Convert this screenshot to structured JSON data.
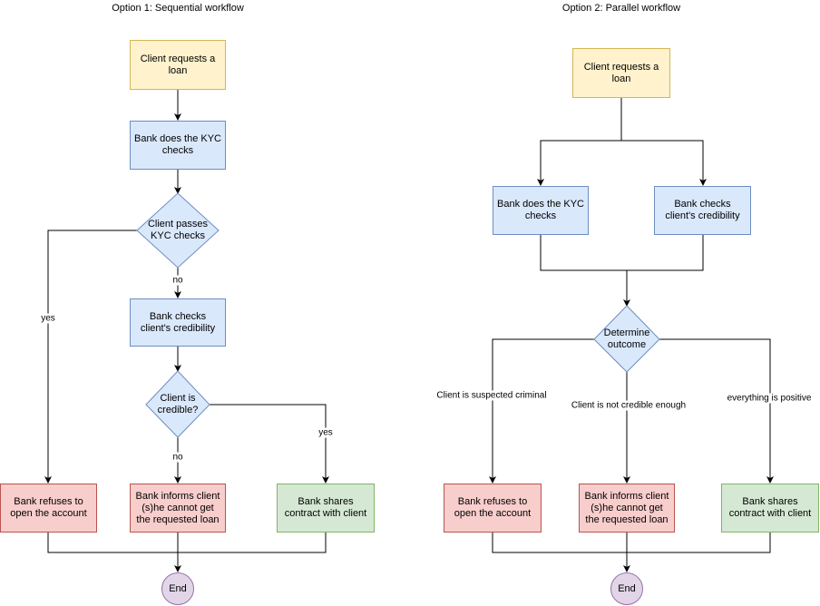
{
  "option1": {
    "title": "Option 1: Sequential workflow",
    "request": "Client requests a loan",
    "kyc": "Bank does the KYC checks",
    "kyc_decision": "Client passes KYC checks",
    "credibility": "Bank checks client's credibility",
    "credible_decision": "Client is credible?",
    "refuse": "Bank refuses to open the account",
    "inform": "Bank informs client (s)he cannot get the requested loan",
    "share": "Bank shares contract with client",
    "end": "End",
    "label_no_1": "no",
    "label_yes_1": "yes",
    "label_no_2": "no",
    "label_yes_2": "yes"
  },
  "option2": {
    "title": "Option 2: Parallel workflow",
    "request": "Client requests a loan",
    "kyc": "Bank does the KYC checks",
    "credibility": "Bank checks client's credibility",
    "outcome_decision": "Determine outcome",
    "refuse": "Bank refuses to open the account",
    "inform": "Bank informs client (s)he cannot get the requested loan",
    "share": "Bank shares contract with client",
    "end": "End",
    "label_criminal": "Client is suspected criminal",
    "label_not_credible": "Client is not credible enough",
    "label_positive": "everything is positive"
  },
  "colors": {
    "start": "#fff2cc",
    "process": "#dae8fc",
    "negative": "#f8cecc",
    "positive": "#d5e8d4",
    "terminal": "#e1d5e7",
    "line": "#000000"
  }
}
